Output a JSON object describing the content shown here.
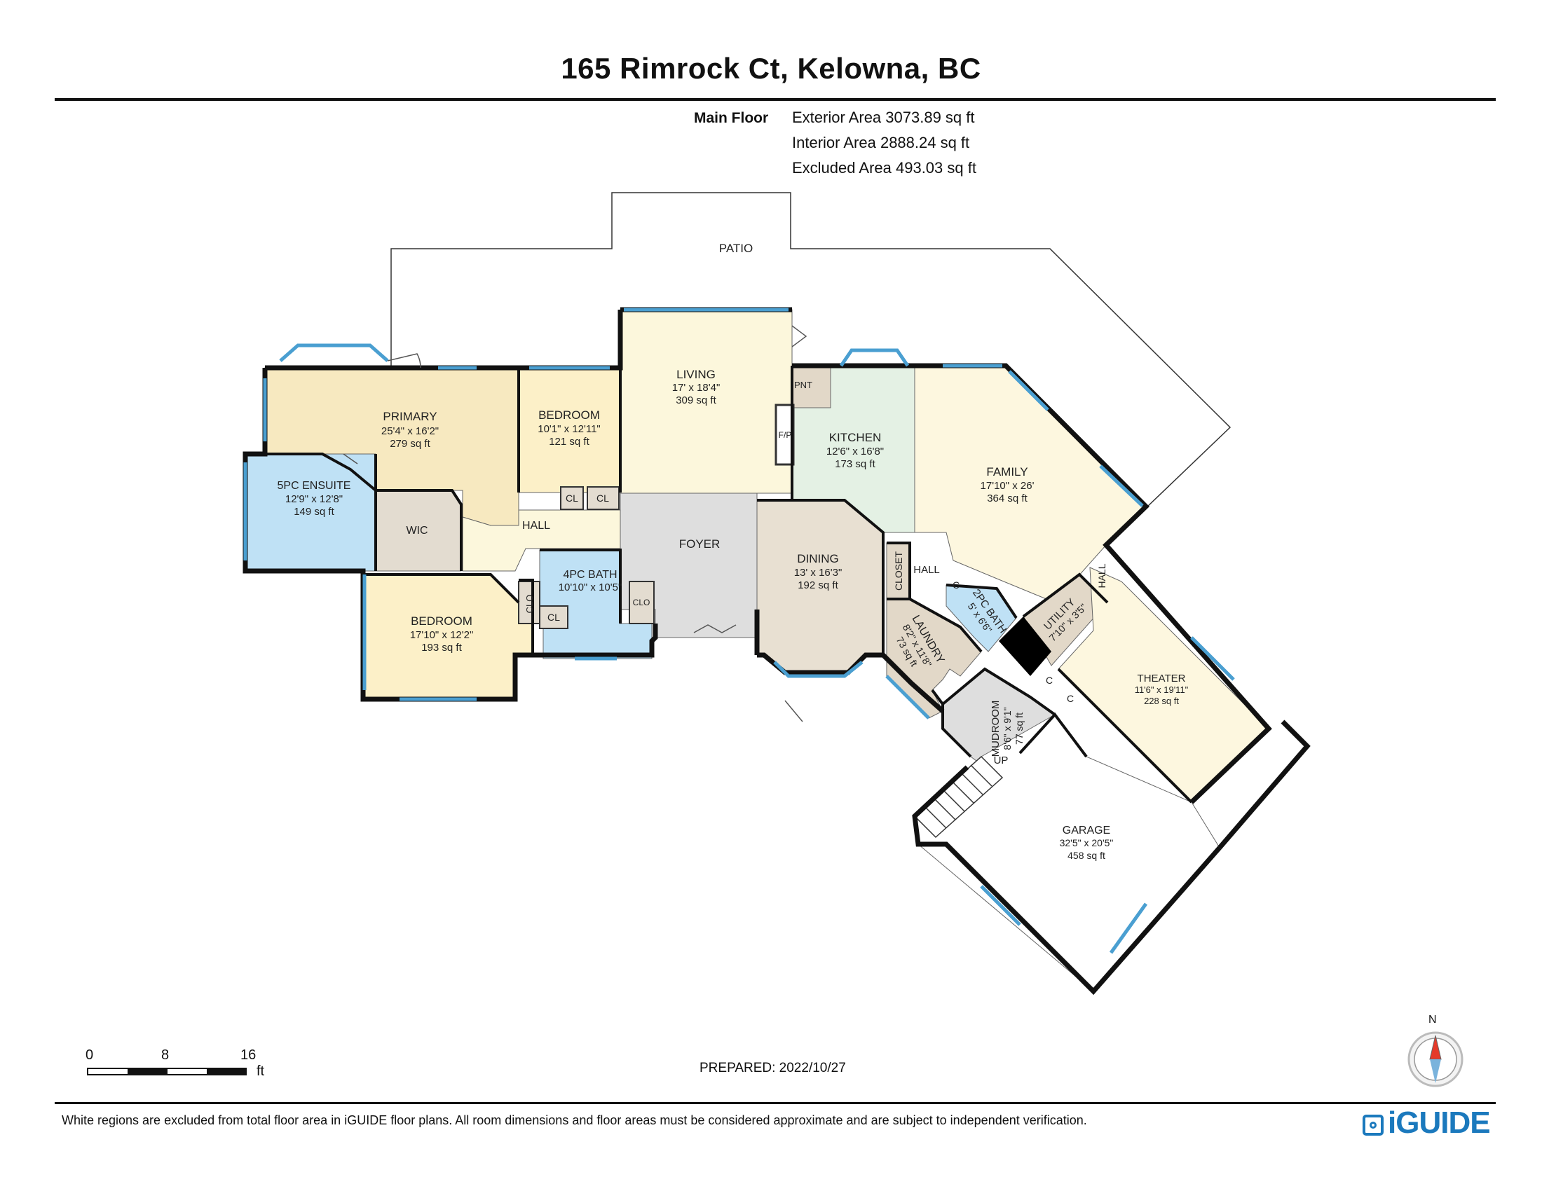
{
  "header": {
    "title": "165 Rimrock Ct, Kelowna, BC",
    "floor_label": "Main Floor",
    "exterior_area": "Exterior Area 3073.89 sq ft",
    "interior_area": "Interior Area 2888.24 sq ft",
    "excluded_area": "Excluded Area 493.03 sq ft"
  },
  "rooms": {
    "patio": "PATIO",
    "primary": {
      "name": "PRIMARY",
      "dims": "25'4\" x 16'2\"",
      "area": "279 sq ft"
    },
    "bedroom1": {
      "name": "BEDROOM",
      "dims": "10'1\" x 12'11\"",
      "area": "121 sq ft"
    },
    "living": {
      "name": "LIVING",
      "dims": "17' x 18'4\"",
      "area": "309 sq ft"
    },
    "kitchen": {
      "name": "KITCHEN",
      "dims": "12'6\" x 16'8\"",
      "area": "173 sq ft"
    },
    "family": {
      "name": "FAMILY",
      "dims": "17'10\" x 26'",
      "area": "364 sq ft"
    },
    "ensuite": {
      "name": "5PC ENSUITE",
      "dims": "12'9\" x 12'8\"",
      "area": "149 sq ft"
    },
    "wic": "WIC",
    "hall": "HALL",
    "foyer": "FOYER",
    "dining": {
      "name": "DINING",
      "dims": "13' x 16'3\"",
      "area": "192 sq ft"
    },
    "bath4": {
      "name": "4PC BATH",
      "dims": "10'10\" x 10'5\""
    },
    "bedroom2": {
      "name": "BEDROOM",
      "dims": "17'10\" x 12'2\"",
      "area": "193 sq ft"
    },
    "laundry": {
      "name": "LAUNDRY",
      "dims": "8'2\" x 11'8\"",
      "area": "73 sq ft"
    },
    "bath2": {
      "name": "2PC BATH",
      "dims": "5' x 6'6\""
    },
    "utility": {
      "name": "UTILITY",
      "dims": "7'10\" x 3'5\""
    },
    "theater": {
      "name": "THEATER",
      "dims": "11'6\" x 19'11\"",
      "area": "228 sq ft"
    },
    "mudroom": {
      "name": "MUDROOM",
      "dims": "8'6\" x 9'1\"",
      "area": "77 sq ft"
    },
    "garage": {
      "name": "GARAGE",
      "dims": "32'5\" x 20'5\"",
      "area": "458 sq ft"
    },
    "closet": "CLOSET",
    "hall2": "HALL",
    "hall3": "HALL",
    "pnt": "PNT",
    "fp": "F/P",
    "cl": "CL",
    "clo": "CLO",
    "c": "C",
    "up": "UP"
  },
  "scale": {
    "s0": "0",
    "s8": "8",
    "s16": "16",
    "unit": "ft"
  },
  "compass": {
    "north": "N"
  },
  "footer": {
    "prepared": "PREPARED: 2022/10/27",
    "disclaimer": "White regions are excluded from total floor area in iGUIDE floor plans. All room dimensions and floor areas must be considered approximate and are subject to independent verification.",
    "brand": "iGUIDE"
  },
  "colors": {
    "primary": "#f7e9c0",
    "bedroom": "#fcf0c8",
    "living": "#fcf7dc",
    "kitchen": "#e4f1e4",
    "family": "#fdf7df",
    "bath": "#bfe1f5",
    "wic": "#e3dcd0",
    "foyer": "#dedede",
    "dining": "#e8e0d2",
    "laundry": "#e2d8c8",
    "window": "#4a9fd1",
    "brand": "#1b79bd",
    "compass_needle": "#e53a2a"
  }
}
